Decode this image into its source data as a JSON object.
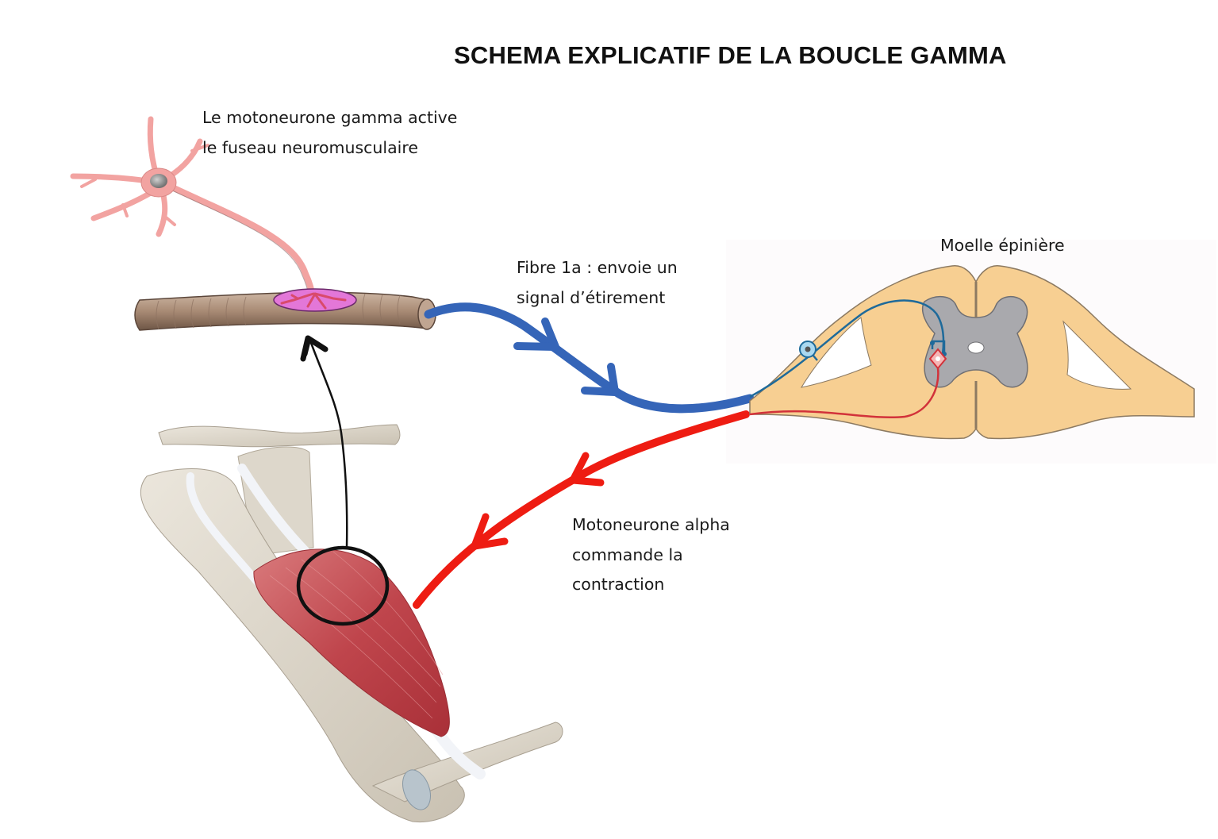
{
  "title": "SCHEMA EXPLICATIF DE LA BOUCLE GAMMA",
  "labels": {
    "gamma_motoneuron": [
      "Le motoneurone gamma active",
      "le fuseau neuromusculaire"
    ],
    "fibre_1a": [
      "Fibre 1a : envoie un",
      "signal d’étirement"
    ],
    "spinal_cord": "Moelle épinière",
    "alpha_motoneuron": [
      "Motoneurone alpha",
      "commande la",
      "contraction"
    ]
  },
  "colors": {
    "fibre_1a_arrow": "#3565b8",
    "alpha_arrow": "#ee1c12",
    "feedback_arrow": "#111111",
    "neuron": "#f2a3a1",
    "white_matter": "#f7cf92",
    "grey_matter": "#a9a9ad",
    "muscle": "#c0454b",
    "bone": "#d8d2c6",
    "spindle_fiber": "#a88a74",
    "neuromuscular_plate": "#e377d8"
  }
}
